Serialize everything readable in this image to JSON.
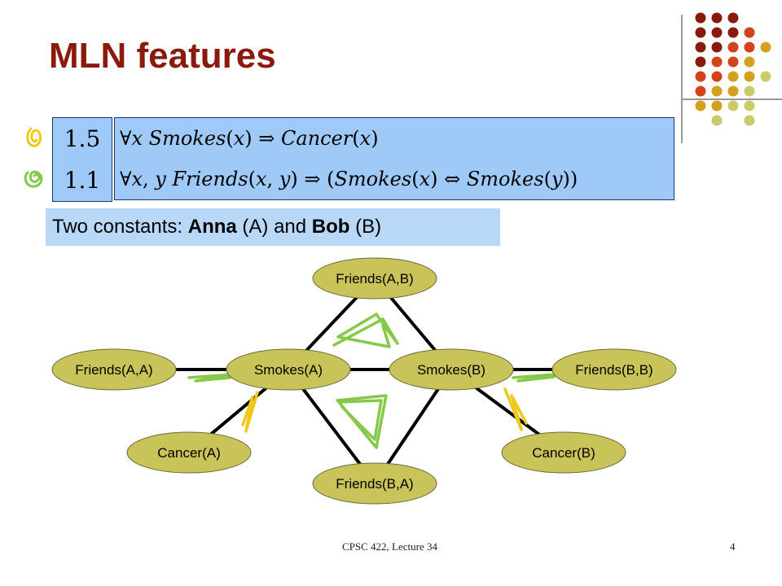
{
  "title": "MLN features",
  "formulas": [
    {
      "weight": "1.5",
      "parts": [
        {
          "t": "∀",
          "i": false
        },
        {
          "t": "x Smokes",
          "i": true
        },
        {
          "t": "(",
          "i": false
        },
        {
          "t": "x",
          "i": true
        },
        {
          "t": ")",
          "i": false
        },
        {
          "t": " ⇒ ",
          "i": false
        },
        {
          "t": "Cancer",
          "i": true
        },
        {
          "t": "(",
          "i": false
        },
        {
          "t": "x",
          "i": true
        },
        {
          "t": ")",
          "i": false
        }
      ]
    },
    {
      "weight": "1.1",
      "parts": [
        {
          "t": "∀",
          "i": false
        },
        {
          "t": "x",
          "i": true
        },
        {
          "t": ", ",
          "i": false
        },
        {
          "t": "y Friends",
          "i": true
        },
        {
          "t": "(",
          "i": false
        },
        {
          "t": "x",
          "i": true
        },
        {
          "t": ", ",
          "i": false
        },
        {
          "t": "y",
          "i": true
        },
        {
          "t": ") ⇒ (",
          "i": false
        },
        {
          "t": "Smokes",
          "i": true
        },
        {
          "t": "(",
          "i": false
        },
        {
          "t": "x",
          "i": true
        },
        {
          "t": ") ⇔ ",
          "i": false
        },
        {
          "t": "Smokes",
          "i": true
        },
        {
          "t": "(",
          "i": false
        },
        {
          "t": "y",
          "i": true
        },
        {
          "t": "))",
          "i": false
        }
      ]
    }
  ],
  "constants": {
    "prefix": "Two constants: ",
    "name1": "Anna",
    "mid": " (A) and ",
    "name2": "Bob",
    "suffix": " (B)"
  },
  "network": {
    "nodes": [
      {
        "id": "fab",
        "label": "Friends(A,B)"
      },
      {
        "id": "faa",
        "label": "Friends(A,A)"
      },
      {
        "id": "sa",
        "label": "Smokes(A)"
      },
      {
        "id": "sb",
        "label": "Smokes(B)"
      },
      {
        "id": "fbb",
        "label": "Friends(B,B)"
      },
      {
        "id": "ca",
        "label": "Cancer(A)"
      },
      {
        "id": "cb",
        "label": "Cancer(B)"
      },
      {
        "id": "fba",
        "label": "Friends(B,A)"
      }
    ],
    "edges": [
      [
        "faa",
        "sa"
      ],
      [
        "sa",
        "sb"
      ],
      [
        "sb",
        "fbb"
      ],
      [
        "sa",
        "fab"
      ],
      [
        "fab",
        "sb"
      ],
      [
        "sa",
        "fba"
      ],
      [
        "fba",
        "sb"
      ],
      [
        "sa",
        "ca"
      ],
      [
        "sb",
        "cb"
      ]
    ]
  },
  "colors": {
    "title": "#8b1a0e",
    "node_fill": "#c8c45a",
    "formula_box": "#9fcaf8",
    "constants_box": "#b9d8f8",
    "green_scribble": "#86c84a",
    "yellow_scribble": "#f0c81a"
  },
  "footer": {
    "course": "CPSC 422, Lecture 34",
    "page": "4"
  }
}
